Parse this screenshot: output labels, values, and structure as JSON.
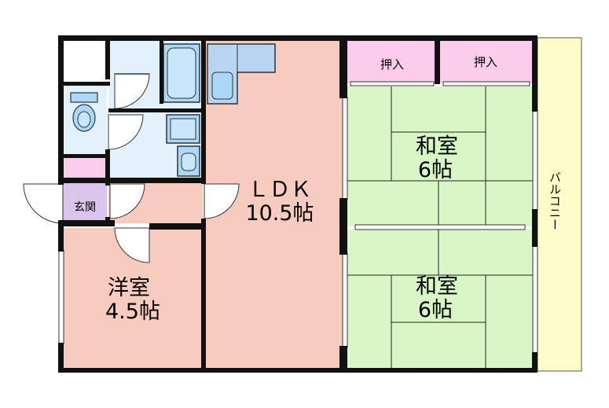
{
  "rooms": {
    "ldk": {
      "name": "ＬＤＫ",
      "size": "10.5帖",
      "color": "#f7cbbd"
    },
    "washitsu_top": {
      "name": "和室",
      "size": "6帖",
      "color": "#d9f7c5"
    },
    "washitsu_bottom": {
      "name": "和室",
      "size": "6帖",
      "color": "#d9f7c5"
    },
    "youshitsu": {
      "name": "洋室",
      "size": "4.5帖",
      "color": "#f7cbbd"
    },
    "oshiire_left": {
      "name": "押入",
      "color": "#fbcdea"
    },
    "oshiire_right": {
      "name": "押入",
      "color": "#fbcdea"
    },
    "genkan": {
      "name": "玄関",
      "color": "#d9c4ec"
    },
    "balcony": {
      "name": "バルコニー",
      "color": "#fdfcc9"
    }
  },
  "colors": {
    "wall": "#111111",
    "wet_area": "#e3f1fc",
    "fixture": "#a9d8f8",
    "fixture_dark": "#7fb0d8",
    "counter": "#b8d6f2",
    "tatami_line": "#222222"
  }
}
